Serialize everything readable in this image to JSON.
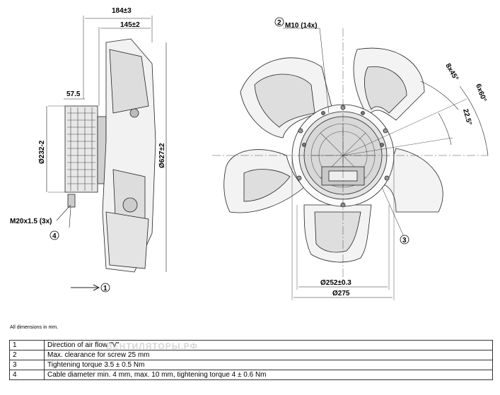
{
  "dimensions": {
    "d184": "184±3",
    "d145": "145±2",
    "d57": "57.5",
    "d232": "Ø232-2",
    "d627": "Ø627±2",
    "m20": "M20x1.5 (3x)",
    "m10": "M10 (14x)",
    "a8x45": "8x45°",
    "a6x60": "6x60°",
    "a22": "22.5°",
    "d252": "Ø252±0.3",
    "d275": "Ø275"
  },
  "callouts": [
    "1",
    "2",
    "3",
    "4"
  ],
  "note": "All dimensions in mm.",
  "legend": [
    {
      "num": "1",
      "text": "Direction of air flow \"V\""
    },
    {
      "num": "2",
      "text": "Max. clearance for screw 25 mm"
    },
    {
      "num": "3",
      "text": "Tightening torque 3.5 ± 0.5 Nm"
    },
    {
      "num": "4",
      "text": "Cable diameter min. 4 mm, max. 10 mm, tightening torque 4 ± 0.6 Nm"
    }
  ],
  "watermark": "ВЕНТИЛЯТОРЫ.РФ"
}
